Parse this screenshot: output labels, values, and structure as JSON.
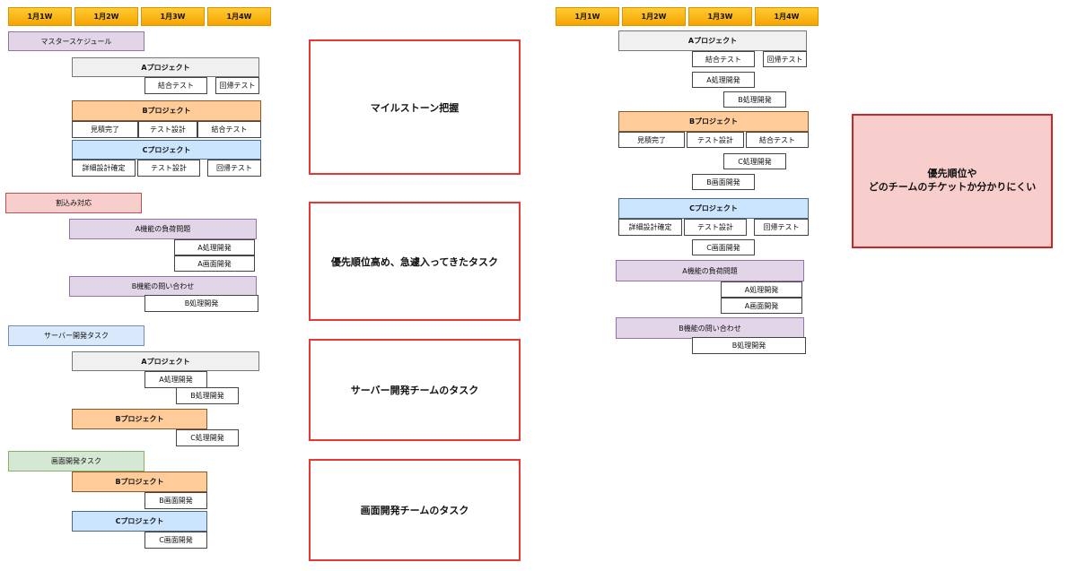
{
  "weeks_left": [
    "1月1W",
    "1月2W",
    "1月3W",
    "1月4W"
  ],
  "weeks_right": [
    "1月1W",
    "1月2W",
    "1月3W",
    "1月4W"
  ],
  "left": {
    "master": "マスタースケジュール",
    "master_a": "Aプロジェクト",
    "master_a_t1": "結合テスト",
    "master_a_t2": "回帰テスト",
    "master_b": "Bプロジェクト",
    "master_b_t1": "見積完了",
    "master_b_t2": "テスト設計",
    "master_b_t3": "結合テスト",
    "master_c": "Cプロジェクト",
    "master_c_t1": "詳細設計確定",
    "master_c_t2": "テスト設計",
    "master_c_t3": "回帰テスト",
    "interrupt": "割込み対応",
    "int_a": "A機能の負荷問題",
    "int_a_t1": "A処理開発",
    "int_a_t2": "A画面開発",
    "int_b": "B機能の問い合わせ",
    "int_b_t1": "B処理開発",
    "server": "サーバー開発タスク",
    "srv_a": "Aプロジェクト",
    "srv_a_t1": "A処理開発",
    "srv_a_t2": "B処理開発",
    "srv_b": "Bプロジェクト",
    "srv_b_t1": "C処理開発",
    "screen": "画面開発タスク",
    "scr_b": "Bプロジェクト",
    "scr_b_t1": "B画面開発",
    "scr_c": "Cプロジェクト",
    "scr_c_t1": "C画面開発"
  },
  "labels": {
    "milestone": "マイルストーン把握",
    "priority": "優先順位高め、急遽入ってきたタスク",
    "server_team": "サーバー開発チームのタスク",
    "screen_team": "画面開発チームのタスク"
  },
  "right": {
    "a": "Aプロジェクト",
    "a_t1": "結合テスト",
    "a_t2": "回帰テスト",
    "a_t3": "A処理開発",
    "a_t4": "B処理開発",
    "b": "Bプロジェクト",
    "b_t1": "見積完了",
    "b_t2": "テスト設計",
    "b_t3": "結合テスト",
    "b_t4": "C処理開発",
    "b_t5": "B画面開発",
    "c": "Cプロジェクト",
    "c_t1": "詳細設計確定",
    "c_t2": "テスト設計",
    "c_t3": "回帰テスト",
    "c_t4": "C画面開発",
    "int_a": "A機能の負荷問題",
    "int_a_t1": "A処理開発",
    "int_a_t2": "A画面開発",
    "int_b": "B機能の問い合わせ",
    "int_b_t1": "B処理開発"
  },
  "note": {
    "line1": "優先順位や",
    "line2": "どのチームのチケットか分かりにくい"
  }
}
